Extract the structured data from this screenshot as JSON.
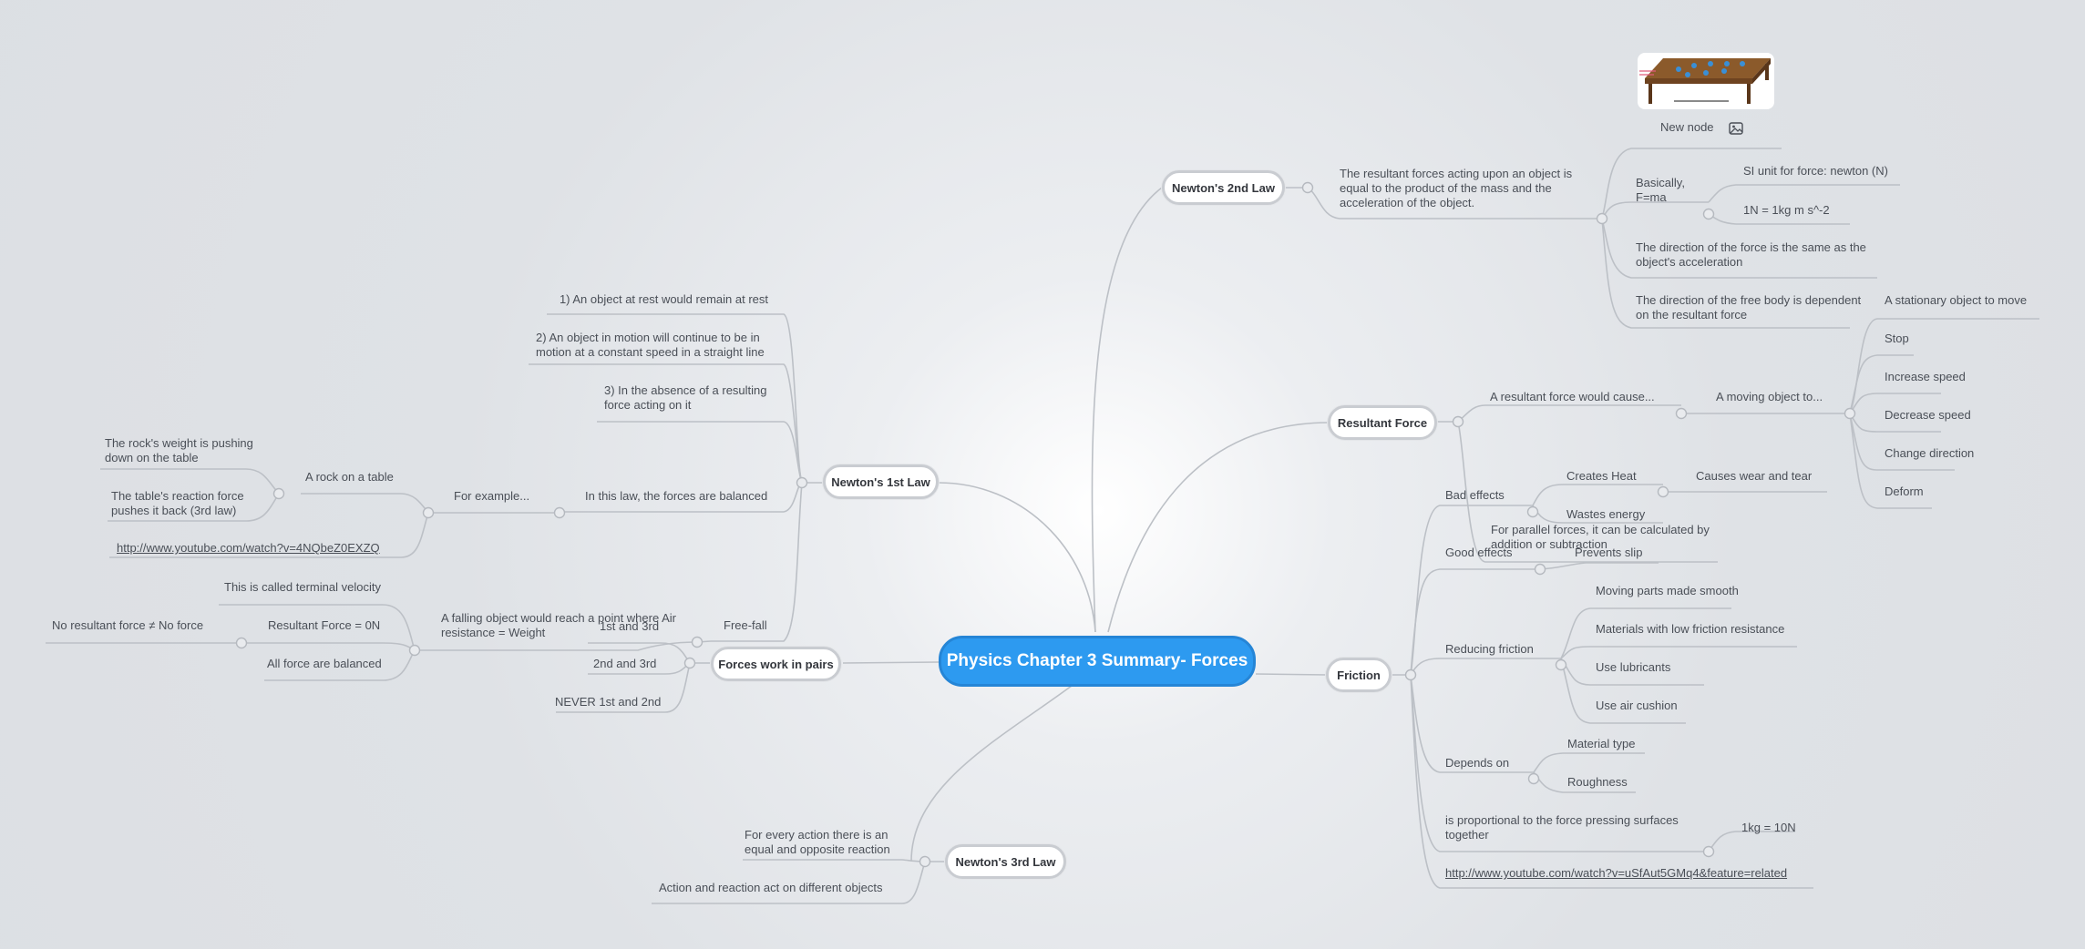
{
  "central": "Physics Chapter 3 Summary- Forces",
  "topics": {
    "newtons_1st": "Newton's 1st Law",
    "newtons_2nd": "Newton's 2nd Law",
    "newtons_3rd": "Newton's 3rd Law",
    "resultant_force": "Resultant Force",
    "friction": "Friction",
    "forces_pairs": "Forces work in pairs"
  },
  "first_law": {
    "rule1": "1) An object at rest would remain at rest",
    "rule2": "2) An object in motion will continue to be in motion at a constant speed in a straight line",
    "rule3": "3) In the absence of a resulting force acting on it",
    "balanced": "In this law, the forces are balanced",
    "for_example": "For example...",
    "rock_table": "A rock on a table",
    "rock_weight": "The rock's weight is pushing down on the table",
    "table_reaction": "The table's reaction force pushes it back (3rd law)",
    "video": "http://www.youtube.com/watch?v=4NQbeZ0EXZQ",
    "free_fall": "Free-fall",
    "falling_object": "A falling object would reach a point where Air resistance = Weight",
    "terminal_velocity": "This is called terminal velocity",
    "resultant_zero": "Resultant Force = 0N",
    "no_resultant": "No resultant force ≠ No force",
    "all_balanced": "All force are balanced"
  },
  "pairs": {
    "first_third": "1st and 3rd",
    "second_third": "2nd and 3rd",
    "never": "NEVER 1st and 2nd"
  },
  "third_law": {
    "action": "For every action there is an equal and opposite reaction",
    "different": "Action and reaction act on different objects"
  },
  "second_law": {
    "new_node": "New node",
    "definition": "The resultant forces acting upon an object is equal to the product of the mass and the acceleration of the object.",
    "basically": "Basically, F=ma",
    "si_unit": "SI unit for force: newton (N)",
    "one_newton": "1N = 1kg m s^-2",
    "direction": "The direction of the force is the same as the object's acceleration",
    "free_body": "The direction of the free body is dependent on the resultant force"
  },
  "resultant": {
    "would_cause": "A resultant force would cause...",
    "moving_object": "A moving object to...",
    "stationary": "A stationary object to move",
    "stop": "Stop",
    "increase": "Increase speed",
    "decrease": "Decrease speed",
    "change_dir": "Change direction",
    "deform": "Deform",
    "parallel": "For parallel forces, it can be calculated by addition or subtraction"
  },
  "friction": {
    "bad_effects": "Bad effects",
    "creates_heat": "Creates Heat",
    "wear_tear": "Causes wear and tear",
    "wastes_energy": "Wastes energy",
    "good_effects": "Good effects",
    "prevents_slip": "Prevents slip",
    "reducing": "Reducing friction",
    "smooth": "Moving parts made smooth",
    "low_friction": "Materials with low friction resistance",
    "lubricants": "Use lubricants",
    "air_cushion": "Use air cushion",
    "depends_on": "Depends on",
    "material": "Material type",
    "roughness": "Roughness",
    "proportional": "is proportional to the force pressing surfaces together",
    "kg_n": "1kg = 10N",
    "video": "http://www.youtube.com/watch?v=uSfAut5GMq4&feature=related"
  },
  "colors": {
    "central_fill": "#2d9af0",
    "topic_border": "#c9ccd1",
    "connector": "#b8bcc2",
    "text": "#4a4f57"
  }
}
